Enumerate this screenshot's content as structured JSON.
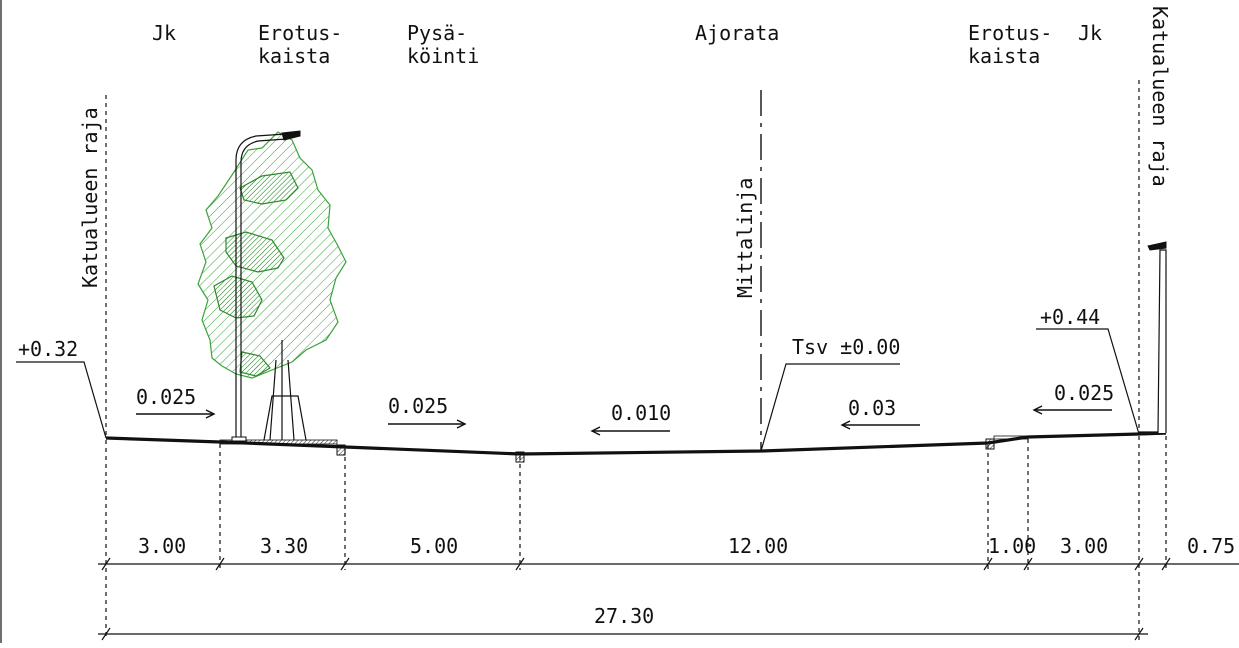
{
  "zones": {
    "jk_left": "Jk",
    "erotus_left_1": "Erotus-",
    "erotus_left_2": "kaista",
    "pysakointi_1": "Pysä-",
    "pysakointi_2": "köinti",
    "ajorata": "Ajorata",
    "erotus_right_1": "Erotus-",
    "erotus_right_2": "kaista",
    "jk_right": "Jk"
  },
  "boundary_labels": {
    "left": "Katualueen raja",
    "right": "Katualueen raja"
  },
  "centerline_label": "Mittalinja",
  "elevations": {
    "left": "+0.32",
    "right": "+0.44",
    "tsv": "Tsv ±0.00"
  },
  "slopes": {
    "s1": "0.025",
    "s2": "0.025",
    "s3": "0.010",
    "s4": "0.03",
    "s5": "0.025"
  },
  "dimensions": {
    "d1": "3.00",
    "d2": "3.30",
    "d3": "5.00",
    "d4": "12.00",
    "d5": "1.00",
    "d6": "3.00",
    "d7": "0.75",
    "total": "27.30"
  },
  "colors": {
    "line": "#111111",
    "tree": "#3aa33a"
  }
}
